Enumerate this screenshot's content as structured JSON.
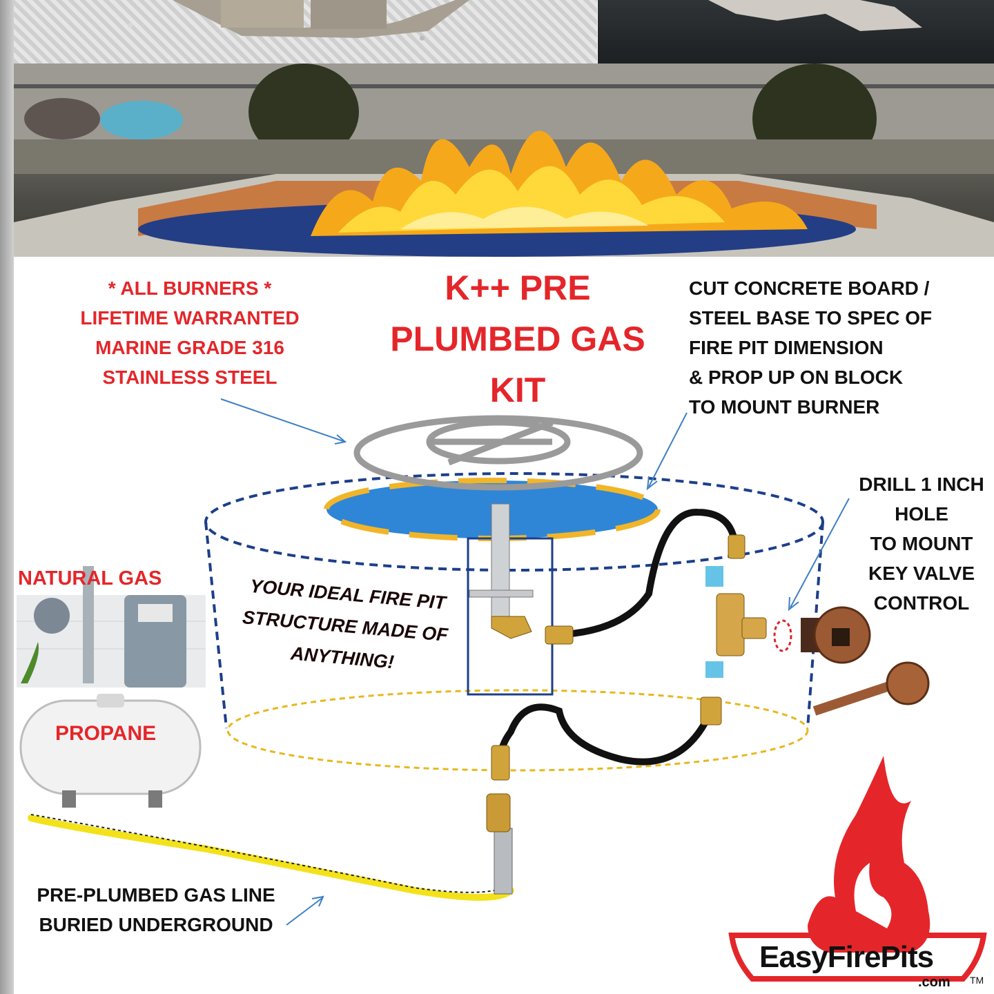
{
  "warranty_lines": [
    "* ALL BURNERS *",
    "LIFETIME WARRANTED",
    "MARINE GRADE 316",
    "STAINLESS STEEL"
  ],
  "title_lines": [
    "K++ PRE",
    "PLUMBED GAS",
    "KIT"
  ],
  "base_note_lines": [
    "CUT CONCRETE BOARD /",
    "STEEL BASE TO SPEC OF",
    "FIRE PIT DIMENSION",
    "& PROP UP ON BLOCK",
    "TO MOUNT BURNER"
  ],
  "drill_lines": [
    "DRILL 1 INCH",
    "HOLE",
    "TO MOUNT",
    "KEY VALVE",
    "CONTROL"
  ],
  "structure_lines": [
    "YOUR IDEAL FIRE PIT",
    "STRUCTURE MADE OF",
    "ANYTHING!"
  ],
  "natural_gas_label": "NATURAL GAS",
  "propane_label": "PROPANE",
  "gas_line_lines": [
    "PRE-PLUMBED GAS LINE",
    "BURIED UNDERGROUND"
  ],
  "logo": {
    "name": "EasyFirePits",
    "suffix": ".com",
    "tm": "TM"
  },
  "colors": {
    "red_text": "#e4262a",
    "pit_outline": "#1c3f8a",
    "gas_line": "#f3e21b",
    "burner_pan": "#2f86d6",
    "pan_rim": "#f1b52a"
  }
}
